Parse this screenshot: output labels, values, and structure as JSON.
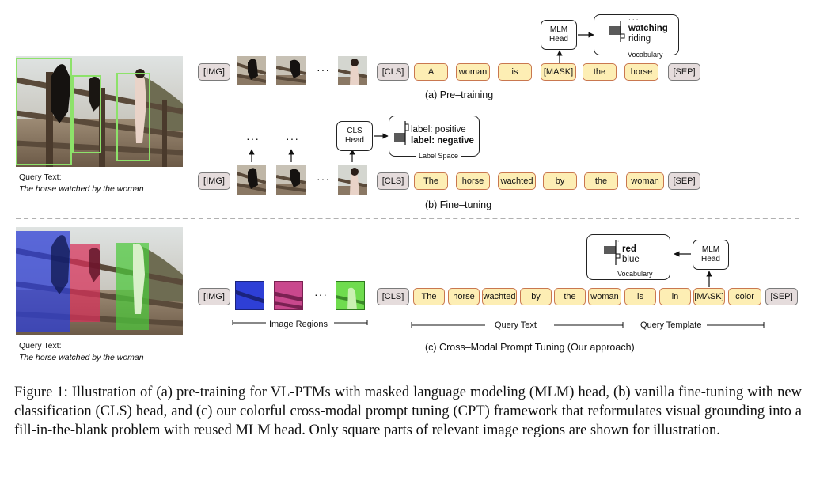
{
  "panel_a": {
    "query_label": "Query Text:",
    "query_text": "The horse watched by the woman",
    "img_token": "[IMG]",
    "ellipsis": "···",
    "cls_token": "[CLS]",
    "tokens": [
      "A",
      "woman",
      "is",
      "[MASK]",
      "the",
      "horse"
    ],
    "sep_token": "[SEP]",
    "head_line1": "MLM",
    "head_line2": "Head",
    "vocab_dots": "· · ·",
    "vocab_bold": "watching",
    "vocab_plain": "riding",
    "vocab_label": "Vocabulary",
    "caption": "(a) Pre–training"
  },
  "panel_b": {
    "up_dots": "···",
    "img_token": "[IMG]",
    "ellipsis": "···",
    "cls_token": "[CLS]",
    "tokens": [
      "The",
      "horse",
      "wachted",
      "by",
      "the",
      "woman"
    ],
    "sep_token": "[SEP]",
    "head_line1": "CLS",
    "head_line2": "Head",
    "label_plain": "label: positive",
    "label_bold": "label: negative",
    "label_space": "Label Space",
    "caption": "(b) Fine–tuning"
  },
  "panel_c": {
    "query_label": "Query Text:",
    "query_text": "The horse watched by the woman",
    "img_token": "[IMG]",
    "ellipsis": "···",
    "cls_token": "[CLS]",
    "tokens": [
      "The",
      "horse",
      "wachted",
      "by",
      "the",
      "woman",
      "is",
      "in",
      "[MASK]",
      "color"
    ],
    "sep_token": "[SEP]",
    "head_line1": "MLM",
    "head_line2": "Head",
    "vocab_bold": "red",
    "vocab_plain": "blue",
    "vocab_label": "Vocabulary",
    "image_regions": "Image Regions",
    "query_text_span": "Query Text",
    "query_template_span": "Query Template",
    "caption": "(c) Cross–Modal Prompt Tuning (Our approach)",
    "region_colors": [
      "#2e3fd6",
      "#d8305a",
      "#4cc93c"
    ]
  },
  "figure_caption": "Figure 1: Illustration of (a) pre-training for VL-PTMs with masked language modeling (MLM) head, (b) vanilla fine-tuning with new classification (CLS) head, and (c) our colorful cross-modal prompt tuning (CPT) framework that reformulates visual grounding into a fill-in-the-blank problem with reused MLM head. Only square parts of relevant image regions are shown for illustration."
}
